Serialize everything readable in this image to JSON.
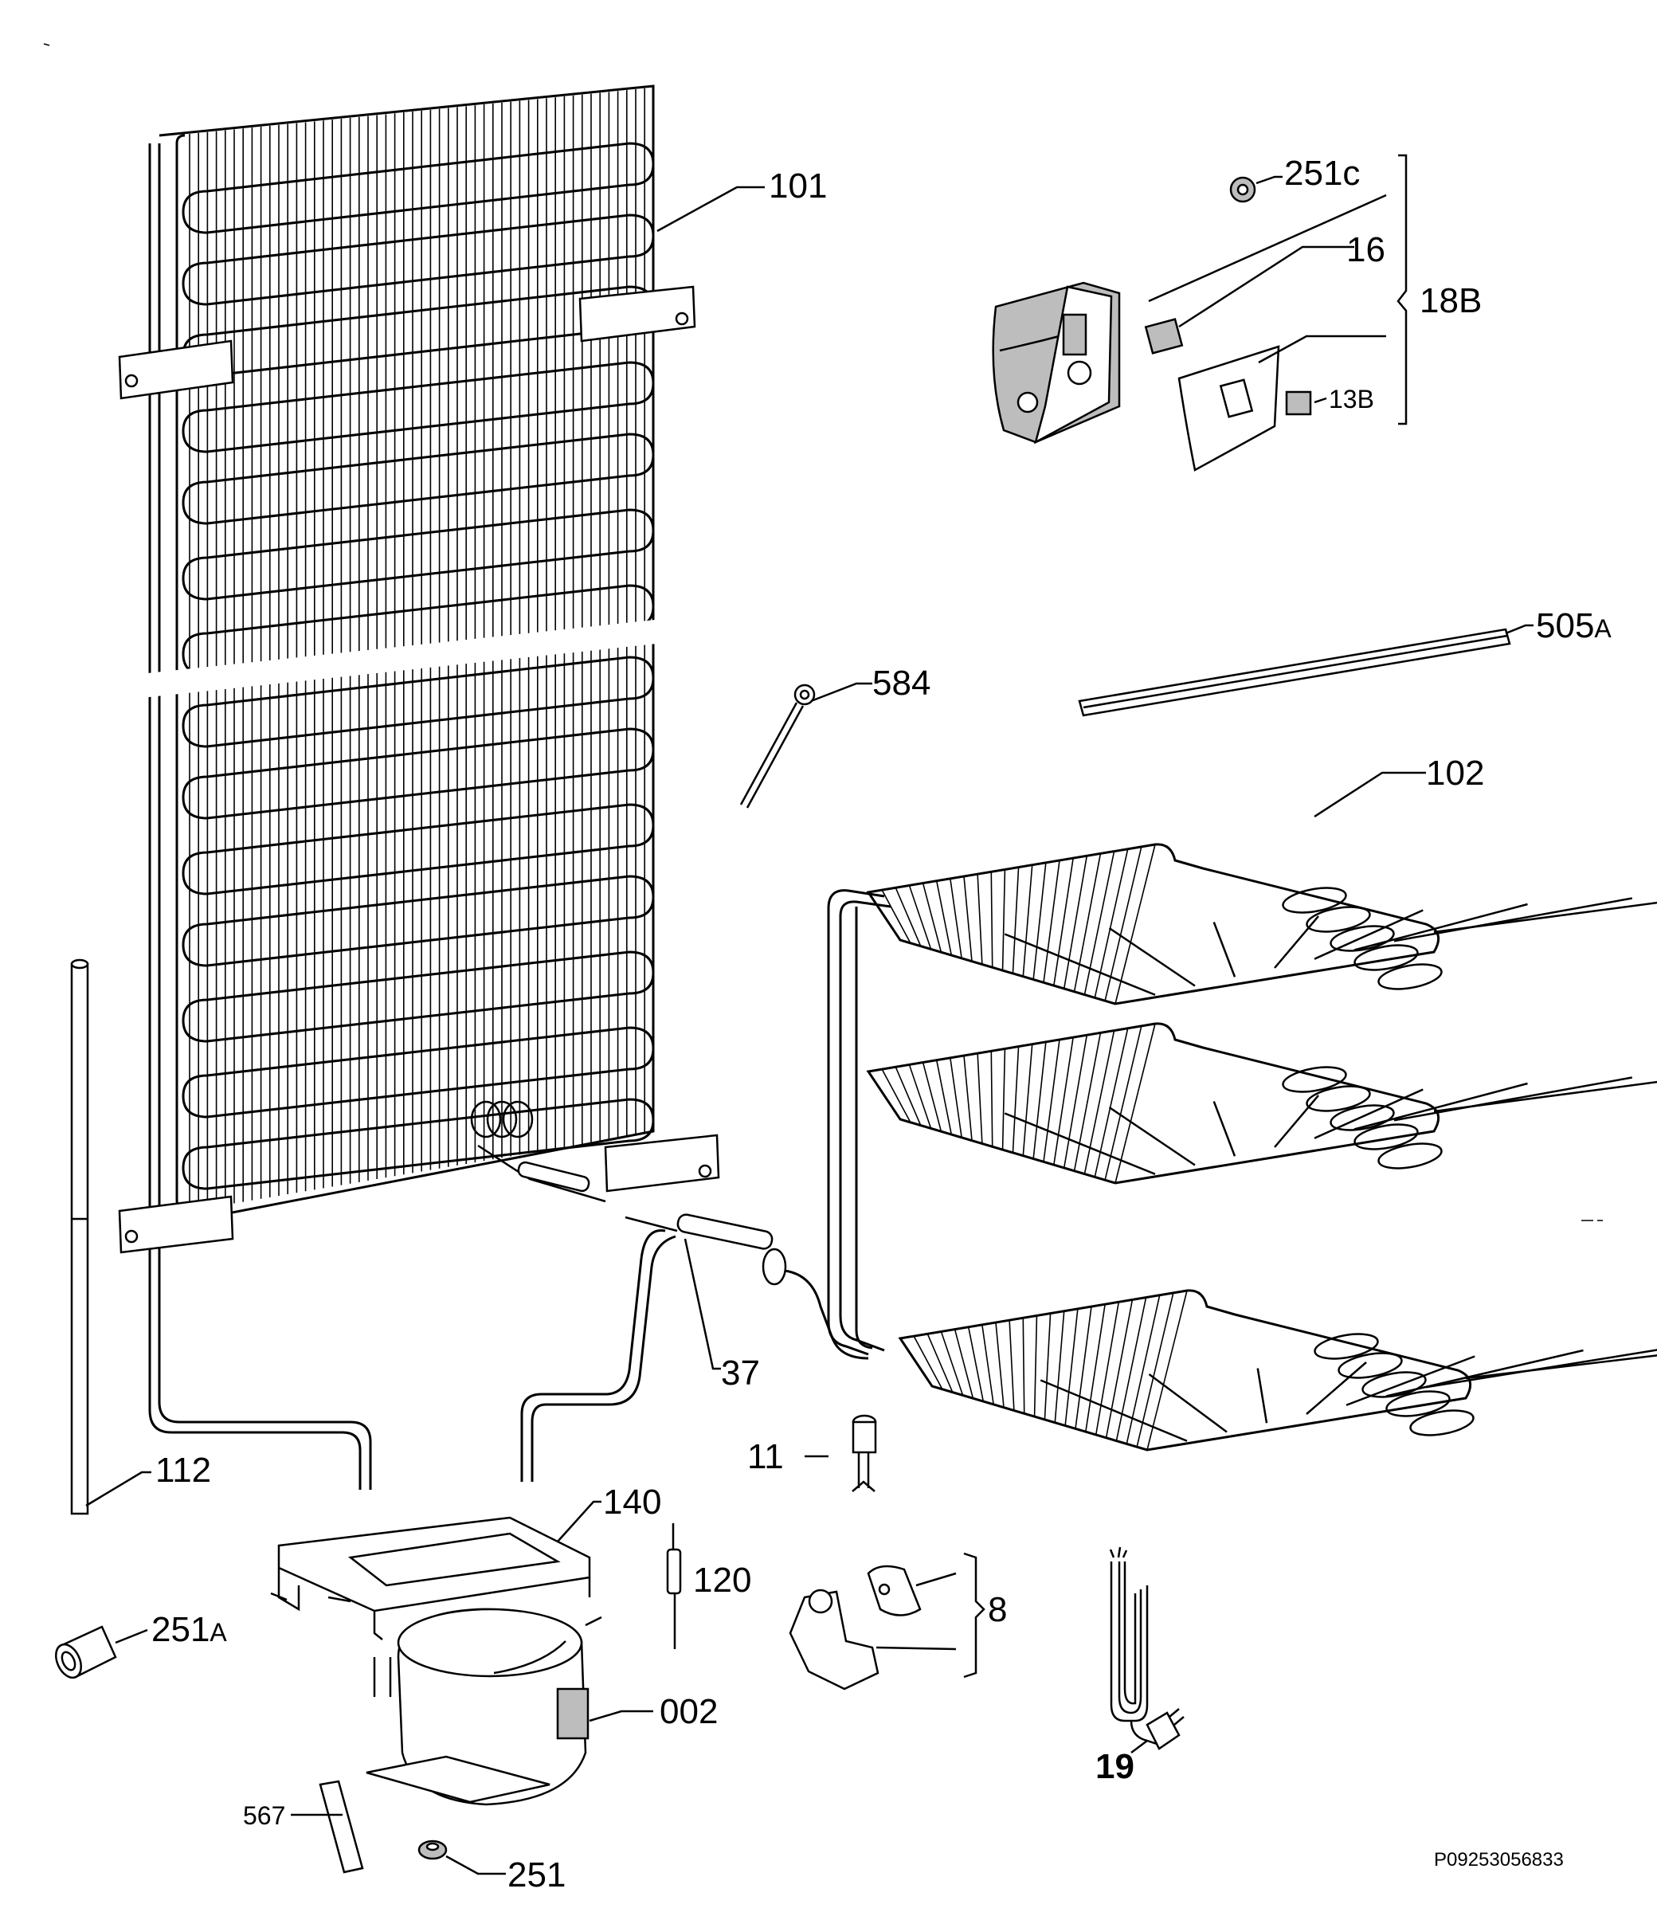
{
  "labels": {
    "p101": "101",
    "p251c": "251c",
    "p16": "16",
    "p18b": "18B",
    "p13b": "13B",
    "p505a": "505",
    "p505a_sub": "A",
    "p584": "584",
    "p102": "102",
    "p37": "37",
    "p11": "11",
    "p112": "112",
    "p140": "140",
    "p120": "120",
    "p8": "8",
    "p251a": "251",
    "p251a_sub": "A",
    "p002": "002",
    "p19": "19",
    "p567": "567",
    "p251": "251"
  },
  "document_code": "P09253056833",
  "colors": {
    "line": "#000000",
    "background": "#ffffff",
    "fill_grey": "#bdbdbd"
  }
}
